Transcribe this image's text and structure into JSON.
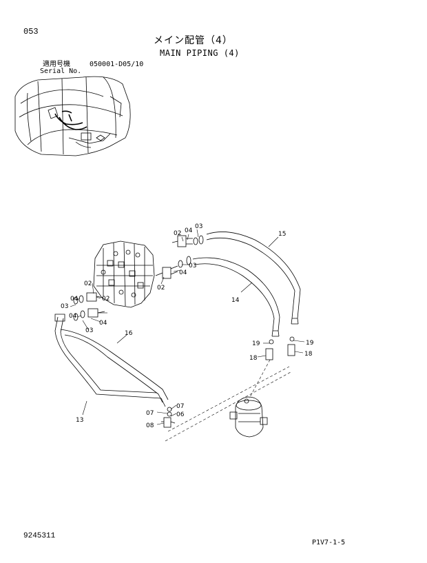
{
  "header": {
    "page_number": "053",
    "title_jp": "メイン配管（4）",
    "title_en": "MAIN PIPING (4)"
  },
  "serial": {
    "label_jp": "適用号機",
    "value": "050001-D05/10",
    "label_en": "Serial No."
  },
  "callouts": {
    "c02a": "02",
    "c04a": "04",
    "c03a": "03",
    "c15": "15",
    "c03b": "03",
    "c04b": "04",
    "c02b": "02",
    "c14": "14",
    "c02c": "02",
    "c04c": "04",
    "c03c": "03",
    "c02d": "02",
    "c04d": "04",
    "c04e": "04",
    "c03d": "03",
    "c16": "16",
    "c19a": "19",
    "c19b": "19",
    "c18a": "18",
    "c18b": "18",
    "c07a": "07",
    "c07b": "07",
    "c06": "06",
    "c08": "08",
    "c13": "13"
  },
  "footer": {
    "doc_number": "9245311",
    "page_code": "P1V7-1-5"
  }
}
